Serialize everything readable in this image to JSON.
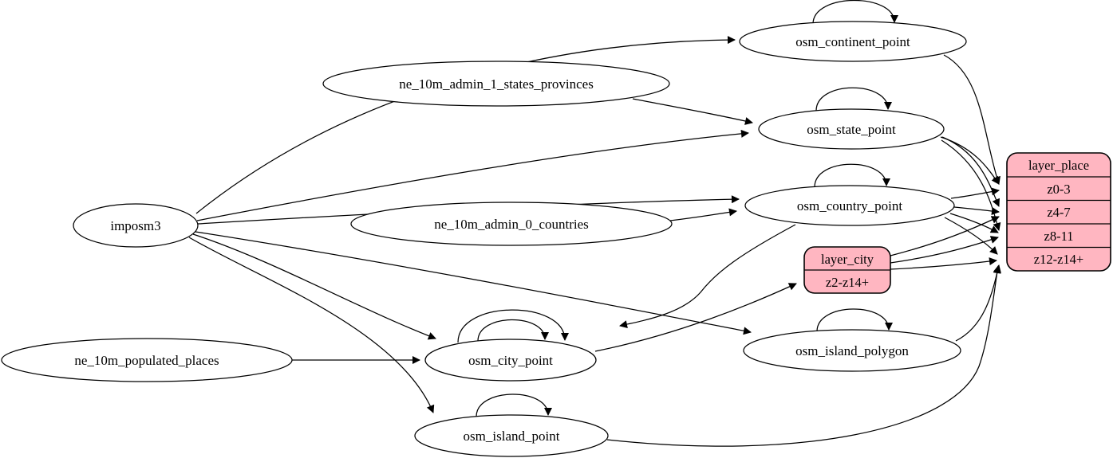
{
  "diagram": {
    "type": "graphviz-etl-flow",
    "colors": {
      "background": "#ffffff",
      "edge_stroke": "#000000",
      "ellipse_fill": "#ffffff",
      "record_fill": "#ffb6c1",
      "text": "#000000"
    },
    "nodes": {
      "imposm3": {
        "label": "imposm3"
      },
      "ne_10m_admin_1_states_provinces": {
        "label": "ne_10m_admin_1_states_provinces"
      },
      "ne_10m_admin_0_countries": {
        "label": "ne_10m_admin_0_countries"
      },
      "ne_10m_populated_places": {
        "label": "ne_10m_populated_places"
      },
      "osm_continent_point": {
        "label": "osm_continent_point"
      },
      "osm_state_point": {
        "label": "osm_state_point"
      },
      "osm_country_point": {
        "label": "osm_country_point"
      },
      "osm_city_point": {
        "label": "osm_city_point"
      },
      "osm_island_polygon": {
        "label": "osm_island_polygon"
      },
      "osm_island_point": {
        "label": "osm_island_point"
      }
    },
    "records": {
      "layer_place": {
        "title": "layer_place",
        "rows": [
          "z0-3",
          "z4-7",
          "z8-11",
          "z12-z14+"
        ]
      },
      "layer_city": {
        "title": "layer_city",
        "rows": [
          "z2-z14+"
        ]
      }
    },
    "edges": [
      {
        "from": "imposm3",
        "to": "osm_continent_point"
      },
      {
        "from": "imposm3",
        "to": "osm_state_point"
      },
      {
        "from": "imposm3",
        "to": "osm_country_point"
      },
      {
        "from": "imposm3",
        "to": "osm_city_point"
      },
      {
        "from": "imposm3",
        "to": "osm_island_polygon"
      },
      {
        "from": "imposm3",
        "to": "osm_island_point"
      },
      {
        "from": "ne_10m_admin_1_states_provinces",
        "to": "osm_state_point"
      },
      {
        "from": "ne_10m_admin_0_countries",
        "to": "osm_country_point"
      },
      {
        "from": "ne_10m_populated_places",
        "to": "osm_city_point"
      },
      {
        "from": "osm_continent_point",
        "to": "osm_continent_point"
      },
      {
        "from": "osm_state_point",
        "to": "osm_state_point"
      },
      {
        "from": "osm_country_point",
        "to": "osm_country_point"
      },
      {
        "from": "osm_city_point",
        "to": "osm_city_point"
      },
      {
        "from": "osm_city_point",
        "to": "osm_city_point"
      },
      {
        "from": "osm_island_polygon",
        "to": "osm_island_polygon"
      },
      {
        "from": "osm_island_point",
        "to": "osm_island_point"
      },
      {
        "from": "osm_country_point",
        "to": "osm_city_point"
      },
      {
        "from": "osm_city_point",
        "to": "layer_city:z2-z14+"
      },
      {
        "from": "osm_continent_point",
        "to": "layer_place:z0-3"
      },
      {
        "from": "osm_state_point",
        "to": "layer_place:z0-3"
      },
      {
        "from": "osm_state_point",
        "to": "layer_place:z4-7"
      },
      {
        "from": "osm_state_point",
        "to": "layer_place:z8-11"
      },
      {
        "from": "osm_country_point",
        "to": "layer_place:z0-3"
      },
      {
        "from": "osm_country_point",
        "to": "layer_place:z4-7"
      },
      {
        "from": "osm_country_point",
        "to": "layer_place:z8-11"
      },
      {
        "from": "osm_country_point",
        "to": "layer_place:z12-z14+"
      },
      {
        "from": "layer_city",
        "to": "layer_place:z4-7"
      },
      {
        "from": "layer_city",
        "to": "layer_place:z8-11"
      },
      {
        "from": "layer_city",
        "to": "layer_place:z12-z14+"
      },
      {
        "from": "osm_island_polygon",
        "to": "layer_place:z12-z14+"
      },
      {
        "from": "osm_island_point",
        "to": "layer_place:z12-z14+"
      }
    ]
  }
}
